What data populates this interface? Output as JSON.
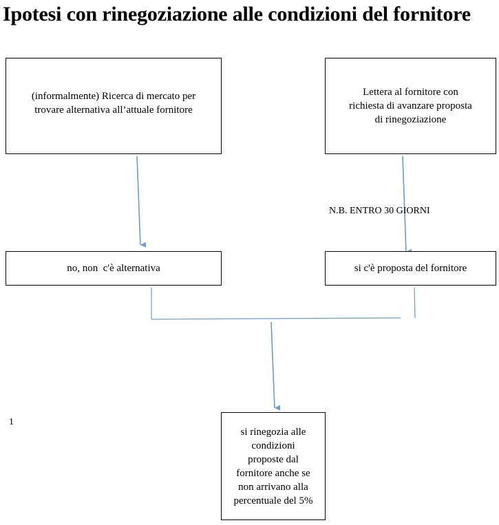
{
  "title": "Ipotesi con rinegoziazione alle condizioni del fornitore",
  "boxes": {
    "research": [
      "(informalmente) Ricerca di mercato per",
      "trovare alternativa all’attuale fornitore"
    ],
    "letter": [
      "Lettera al fornitore con",
      "richiesta di avanzare proposta",
      "di rinegoziazione"
    ],
    "no_alternative": [
      "no, non  c'è alternativa"
    ],
    "supplier_proposal": [
      "si c'è proposta del fornitore"
    ],
    "renegotiate": [
      "si rinegozia alle",
      "condizioni",
      "proposte dal",
      "fornitore anche se",
      "non arrivano alla",
      "percentuale del 5%"
    ]
  },
  "note": "N.B. ENTRO 30 GIORNI",
  "page_number": "1",
  "colors": {
    "connector": "#6a9bd1",
    "border": "#000000",
    "text": "#000000"
  }
}
